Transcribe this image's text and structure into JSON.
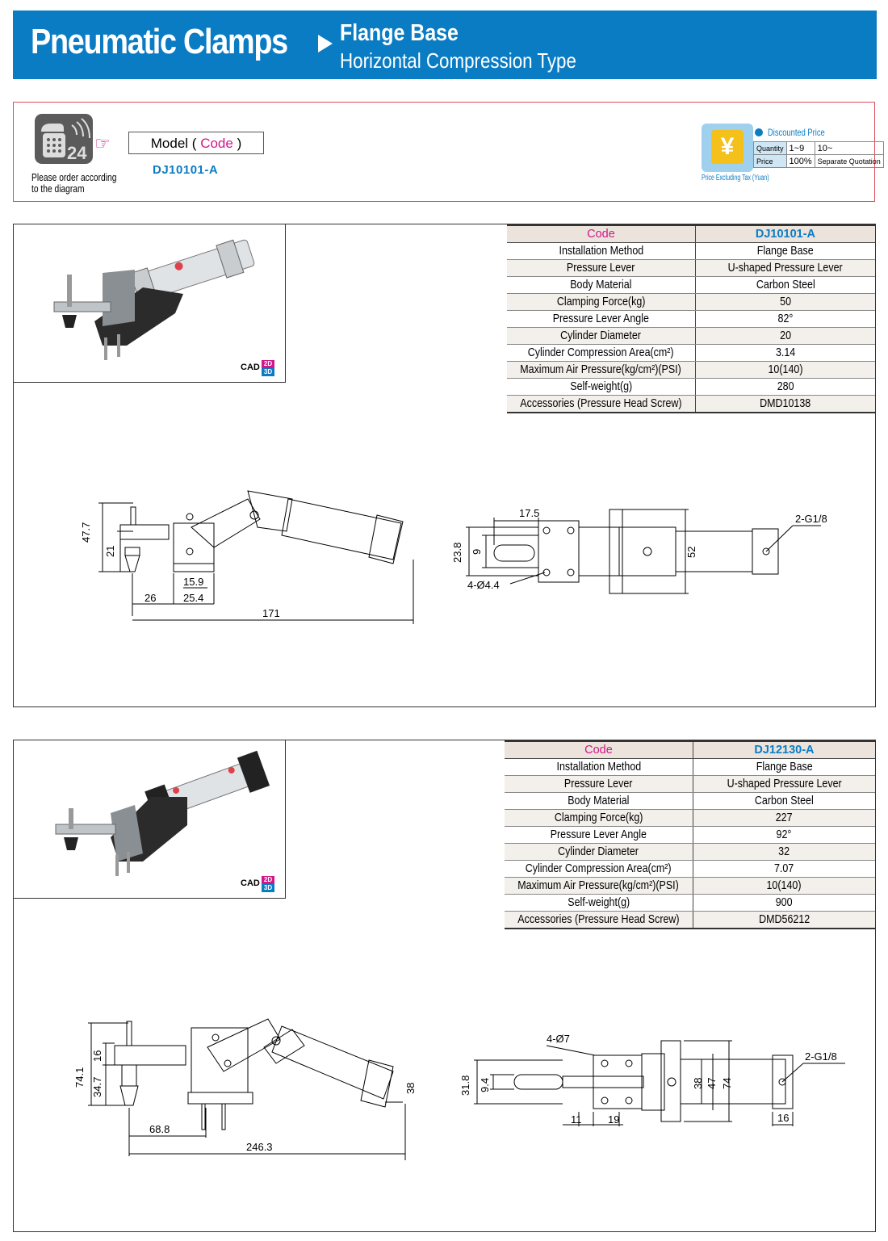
{
  "header": {
    "title": "Pneumatic Clamps",
    "sub1": "Flange Base",
    "sub2": "Horizontal Compression Type"
  },
  "order": {
    "phone_label": "24",
    "note_line1": "Please order according",
    "note_line2": "to the diagram",
    "model_prefix": "Model (",
    "model_code_word": "Code",
    "model_suffix": ")",
    "model_code": "DJ10101-A"
  },
  "pricing": {
    "yen_symbol": "¥",
    "yen_note": "Price Excluding Tax (Yuan)",
    "discount_label": "Discounted Price",
    "quantity_label": "Quantity",
    "q1": "1~9",
    "q2": "10~",
    "price_label": "Price",
    "p1": "100%",
    "p2": "Separate Quotation"
  },
  "products": [
    {
      "cad": "CAD",
      "cad2d": "2D",
      "cad3d": "3D",
      "code_label": "Code",
      "code": "DJ10101-A",
      "rows": [
        [
          "Installation Method",
          "Flange Base"
        ],
        [
          "Pressure Lever",
          "U-shaped Pressure Lever"
        ],
        [
          "Body Material",
          "Carbon Steel"
        ],
        [
          "Clamping Force(kg)",
          "50"
        ],
        [
          "Pressure Lever Angle",
          "82°"
        ],
        [
          "Cylinder Diameter",
          "20"
        ],
        [
          "Cylinder Compression Area(cm²)",
          "3.14"
        ],
        [
          "Maximum Air Pressure(kg/cm²)(PSI)",
          "10(140)"
        ],
        [
          "Self-weight(g)",
          "280"
        ],
        [
          "Accessories (Pressure Head Screw)",
          "DMD10138"
        ]
      ],
      "dims": {
        "d1": "47.7",
        "d2": "21",
        "d3": "15.9",
        "d4": "26",
        "d5": "25.4",
        "d6": "171",
        "t1": "17.5",
        "t2": "23.8",
        "t3": "9",
        "t4": "4-Ø4.4",
        "t5": "52",
        "t6": "2-G1/8"
      }
    },
    {
      "cad": "CAD",
      "cad2d": "2D",
      "cad3d": "3D",
      "code_label": "Code",
      "code": "DJ12130-A",
      "rows": [
        [
          "Installation Method",
          "Flange Base"
        ],
        [
          "Pressure Lever",
          "U-shaped Pressure Lever"
        ],
        [
          "Body Material",
          "Carbon Steel"
        ],
        [
          "Clamping Force(kg)",
          "227"
        ],
        [
          "Pressure Lever Angle",
          "92°"
        ],
        [
          "Cylinder Diameter",
          "32"
        ],
        [
          "Cylinder Compression Area(cm²)",
          "7.07"
        ],
        [
          "Maximum Air Pressure(kg/cm²)(PSI)",
          "10(140)"
        ],
        [
          "Self-weight(g)",
          "900"
        ],
        [
          "Accessories (Pressure Head Screw)",
          "DMD56212"
        ]
      ],
      "dims": {
        "d1": "74.1",
        "d2": "16",
        "d3": "34.7",
        "d4": "68.8",
        "d5": "38",
        "d6": "246.3",
        "t1": "4-Ø7",
        "t2": "31.8",
        "t3": "9.4",
        "t4": "11",
        "t5": "19",
        "t6": "38",
        "t7": "47",
        "t8": "74",
        "t9": "2-G1/8",
        "t10": "16"
      }
    }
  ]
}
